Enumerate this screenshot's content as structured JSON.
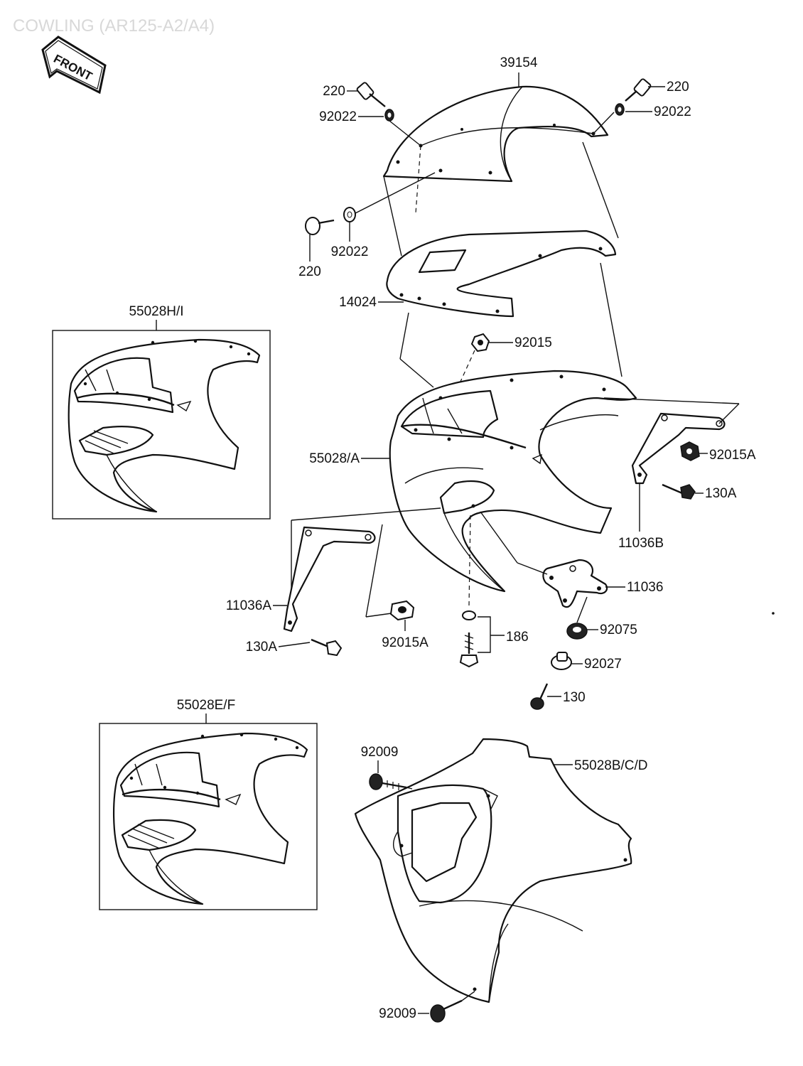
{
  "diagram": {
    "title": "COWLING (AR125-A2/A4)",
    "front_arrow": "FRONT",
    "parts": {
      "screen": "39154",
      "bolt_left": "220",
      "washer_left": "92022",
      "bolt_right": "220",
      "washer_right": "92022",
      "bolt_mid": "220",
      "washer_mid": "92022",
      "screen_trim": "14024",
      "nut_top": "92015",
      "cowl_main": "55028/A",
      "cowl_variant_hi": "55028H/I",
      "nut_right": "92015A",
      "bolt_right_bracket": "130A",
      "bracket_right": "11036B",
      "bracket_center": "11036",
      "bracket_left": "11036A",
      "bolt_left_bracket": "130A",
      "nut_left": "92015A",
      "screw_center": "186",
      "nut_center": "92075",
      "collar": "92027",
      "bolt_center": "130",
      "cowl_variant_ef": "55028E/F",
      "lower_cowl": "55028B/C/D",
      "bolt_lower_top": "92009",
      "bolt_lower_bottom": "92009"
    }
  }
}
